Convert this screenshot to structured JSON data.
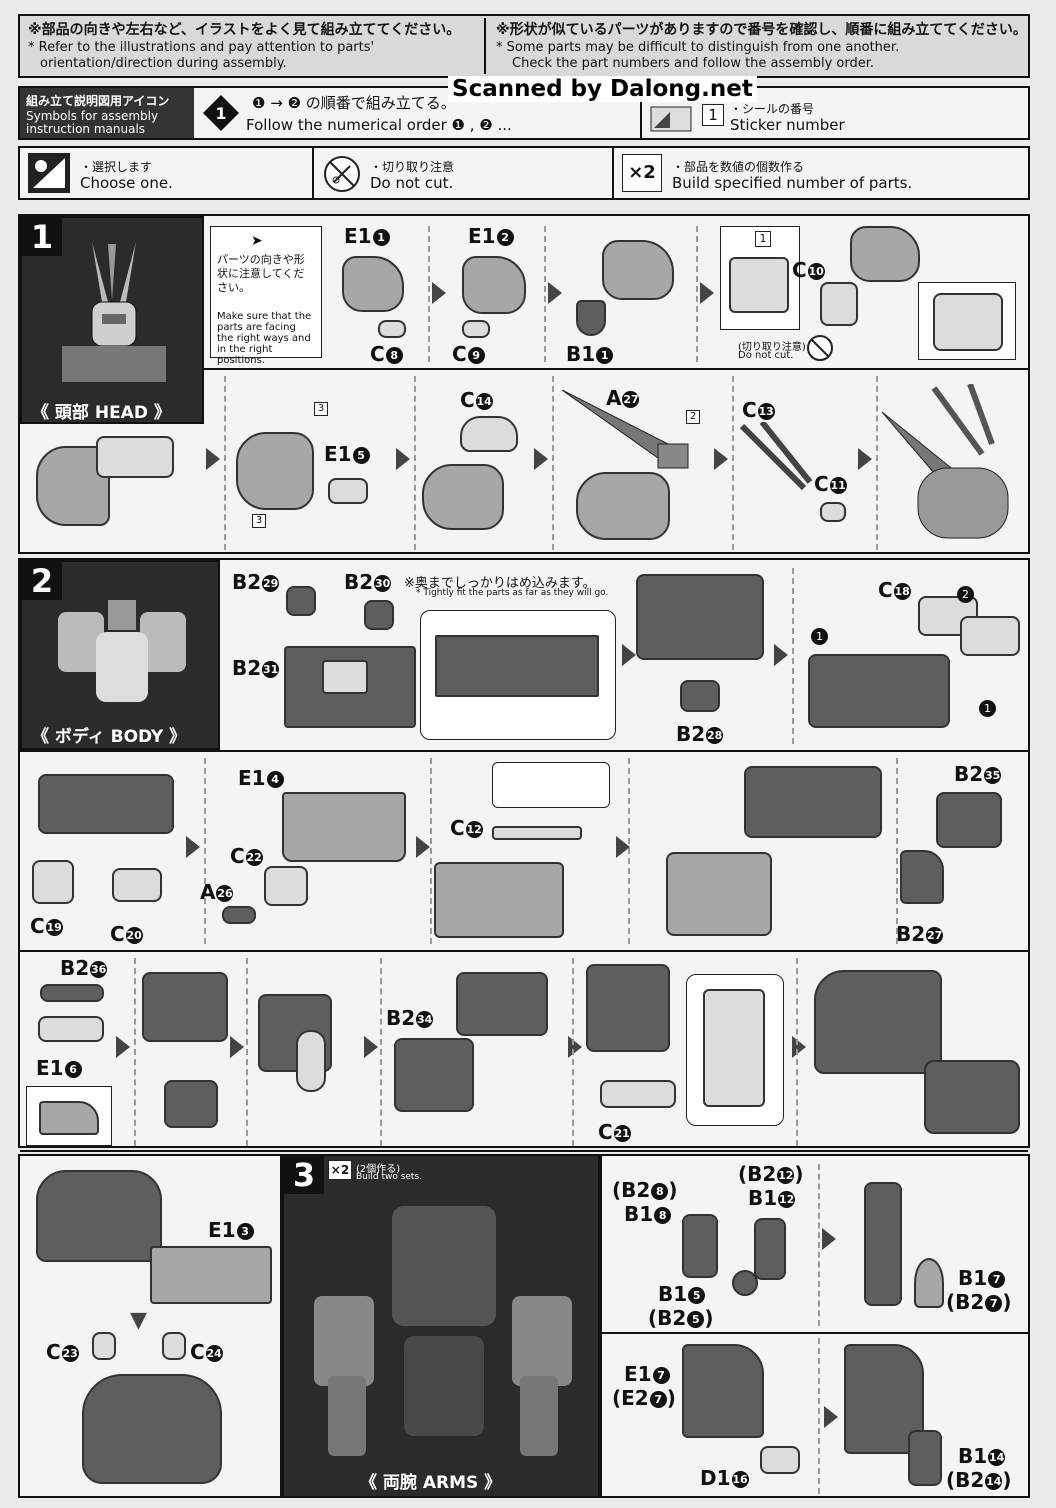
{
  "header": {
    "left_jp": "※部品の向きや左右など、イラストをよく見て組み立ててください。",
    "left_en1": "* Refer to the illustrations and pay attention to parts'",
    "left_en2": "orientation/direction during assembly.",
    "right_jp": "※形状が似ているパーツがありますので番号を確認し、順番に組み立ててください。",
    "right_en1": "* Some parts may be difficult to distinguish from one another.",
    "right_en2": "Check the part numbers and follow the assembly order.",
    "watermark": "Scanned by Dalong.net"
  },
  "legend": {
    "title_jp": "組み立て説明図用アイコン",
    "title_en1": "Symbols for assembly",
    "title_en2": "instruction manuals",
    "order_jp": "の順番で組み立てる。",
    "order_en": "Follow the numerical order",
    "order_badge": "1",
    "sticker_jp": "・シールの番号",
    "sticker_en": "Sticker number",
    "sticker_num": "1",
    "choose_jp": "・選択します",
    "choose_en": "Choose one.",
    "nocut_jp": "・切り取り注意",
    "nocut_en": "Do not cut.",
    "multi_icon": "×2",
    "multi_jp": "・部品を数値の個数作る",
    "multi_en": "Build specified number of parts."
  },
  "step1": {
    "num": "1",
    "section_label": "《 頭部 HEAD 》",
    "note_jp": "パーツの向きや形状に注意してください。",
    "note_en": "Make sure that the parts are facing the right ways and in the right positions.",
    "labels": [
      "E1",
      "E1",
      "C",
      "C",
      "B1",
      "C",
      "E1",
      "C",
      "A",
      "C",
      "C"
    ],
    "nums": [
      "1",
      "2",
      "8",
      "9",
      "1",
      "10",
      "5",
      "14",
      "27",
      "13",
      "11"
    ],
    "nocut_jp": "(切り取り注意)",
    "nocut_en": "Do not cut.",
    "stickers": [
      "1",
      "3",
      "3",
      "2"
    ]
  },
  "step2": {
    "num": "2",
    "section_label": "《 ボディ BODY 》",
    "note_jp": "※奥までしっかりはめ込みます。",
    "note_en": "* Tightly fit the parts as far as they will go.",
    "labels": [
      "B2",
      "B2",
      "B2",
      "B2",
      "C",
      "C",
      "C",
      "E1",
      "C",
      "A",
      "C",
      "B2",
      "B2",
      "B2",
      "E1",
      "B2",
      "C",
      "E1",
      "C",
      "C"
    ],
    "nums": [
      "29",
      "30",
      "31",
      "28",
      "18",
      "19",
      "20",
      "4",
      "22",
      "26",
      "12",
      "35",
      "27",
      "36",
      "6",
      "34",
      "21",
      "3",
      "23",
      "24"
    ]
  },
  "step3": {
    "num": "3",
    "multi": "×2",
    "multi_jp": "(2個作る)",
    "multi_en": "Build two sets.",
    "section_label": "《 両腕 ARMS 》",
    "labels": [
      "(B2",
      "B1",
      "(B2",
      "B1",
      "B1",
      "(B2",
      "B1",
      "(B2",
      "E1",
      "(E2",
      "D1",
      "B1",
      "(B2"
    ],
    "nums": [
      "8",
      "8",
      "12",
      "12",
      "5",
      "5",
      "7",
      "7",
      "7",
      "7",
      "16",
      "14",
      "14"
    ]
  }
}
